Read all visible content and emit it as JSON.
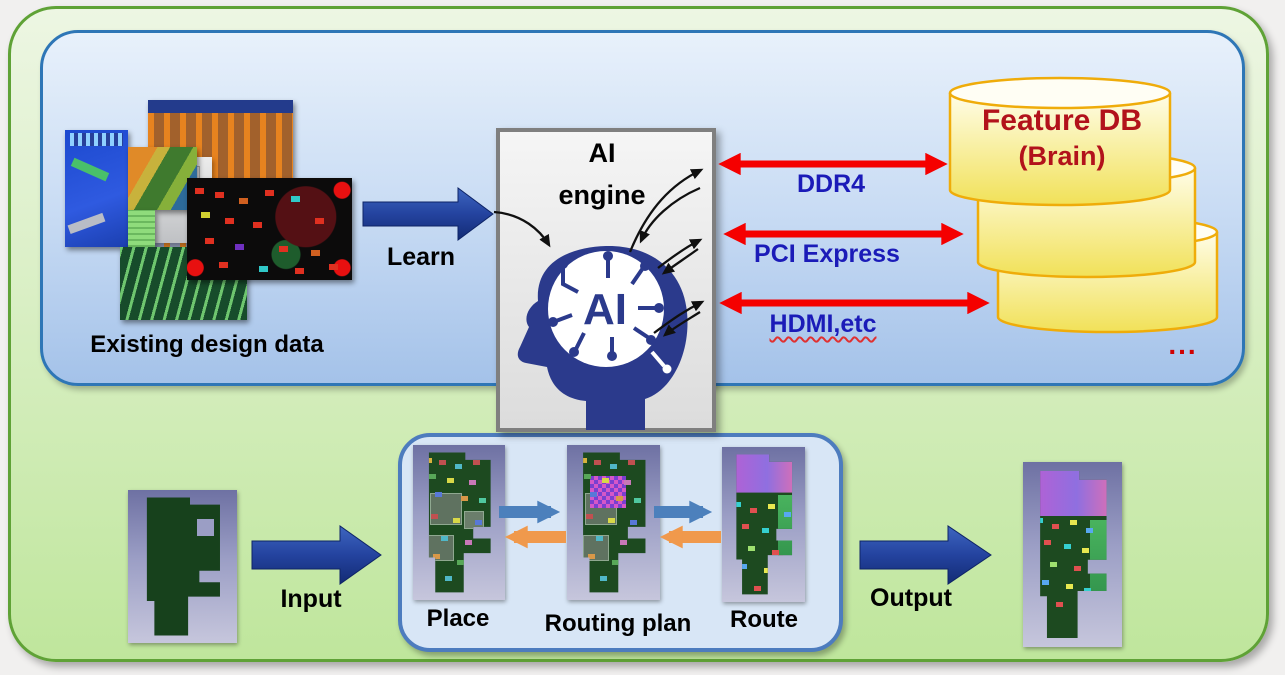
{
  "diagram": {
    "top": {
      "existing_data_label": "Existing design data",
      "learn_label": "Learn",
      "engine": {
        "title_line1": "AI",
        "title_line2": "engine",
        "head_text": "AI"
      },
      "links": [
        {
          "label": "DDR4"
        },
        {
          "label": "PCI Express"
        },
        {
          "label": "HDMI,etc"
        }
      ],
      "feature_db": {
        "title": "Feature DB",
        "subtitle": "(Brain)",
        "ellipsis": "..."
      }
    },
    "bottom": {
      "input_label": "Input",
      "output_label": "Output",
      "stages": [
        {
          "label": "Place"
        },
        {
          "label": "Routing plan"
        },
        {
          "label": "Route"
        }
      ]
    },
    "colors": {
      "container_border_green": "#5fa236",
      "panel_border_blue": "#2e76b6",
      "block_arrow_navy": "#16307e",
      "link_arrow_red": "#f50000",
      "link_label_blue": "#1b1bb8",
      "feature_db_text": "#b2121b",
      "db_cylinder_yellow": "#f6e96b",
      "db_cylinder_border": "#efac0a",
      "stage_arrow_blue": "#4c80bc",
      "stage_arrow_orange": "#f0994c",
      "head_navy": "#2b3a8c"
    }
  }
}
